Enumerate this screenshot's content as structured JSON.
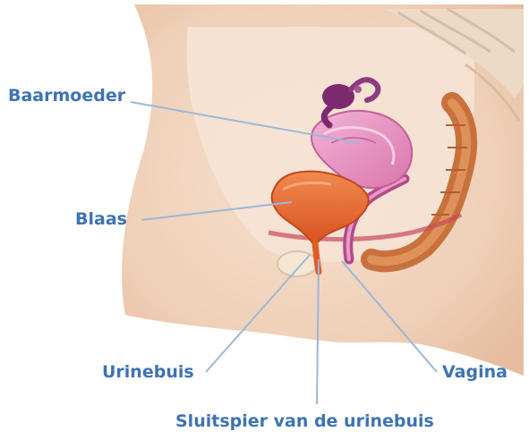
{
  "labels": {
    "uterus": "Baarmoeder",
    "bladder": "Blaas",
    "urethra": "Urinebuis",
    "vagina": "Vagina",
    "sphincter": "Sluitspier van de urinebuis"
  },
  "colors": {
    "label_text": "#3d73b3",
    "leader_line": "#9bb8d8",
    "skin": "#f1d3bd",
    "uterus": "#e996c4",
    "bladder": "#e8602a",
    "ovary": "#7b2a6e",
    "rectum": "#c9713c"
  }
}
